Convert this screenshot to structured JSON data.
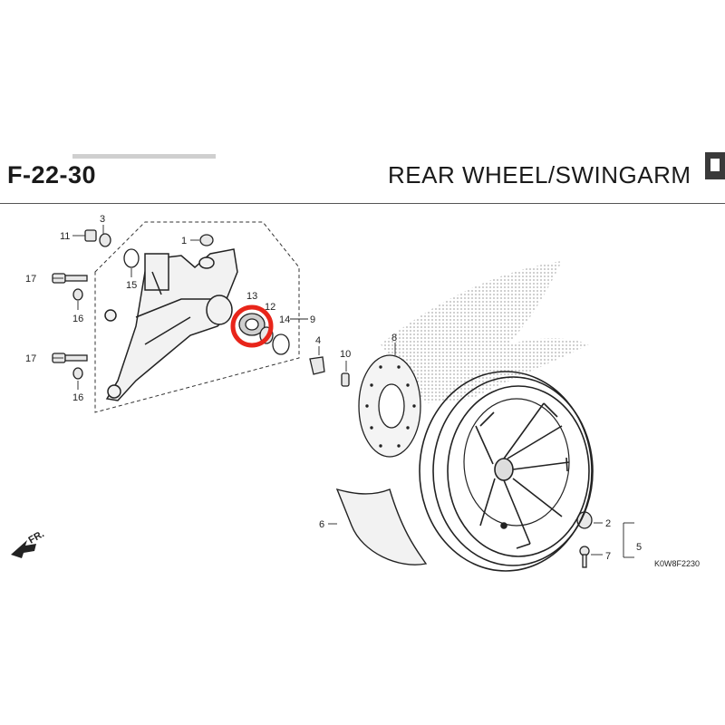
{
  "header": {
    "code": "F-22-30",
    "title": "REAR  WHEEL/SWINGARM"
  },
  "diagram_code": "K0W8F2230",
  "direction_label": "FR.",
  "callouts": [
    "1",
    "2",
    "3",
    "4",
    "5",
    "6",
    "7",
    "8",
    "9",
    "10",
    "11",
    "12",
    "13",
    "14",
    "15",
    "16",
    "16",
    "17",
    "17"
  ],
  "highlight": {
    "part": "13",
    "color": "#e8251a"
  }
}
